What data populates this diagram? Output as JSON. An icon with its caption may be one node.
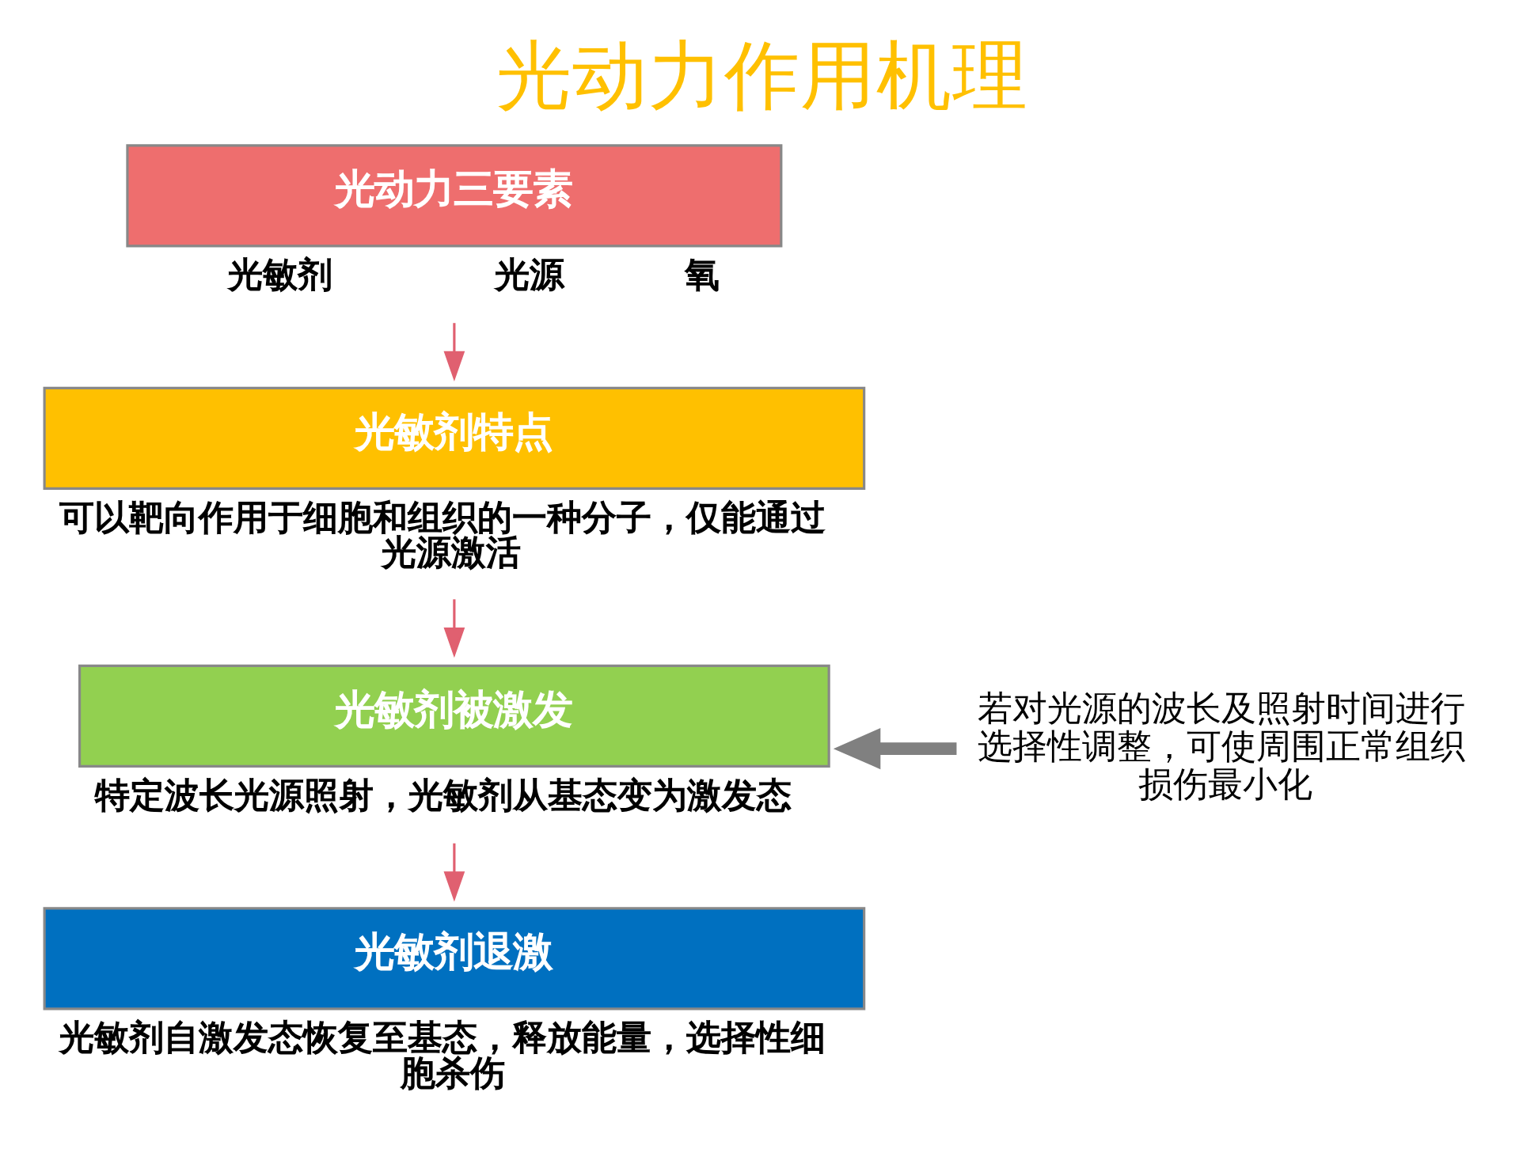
{
  "diagram": {
    "title": "光动力作用机理",
    "nodes": [
      {
        "text": [
          "光动力三要素"
        ],
        "beside": [
          "光敏剂",
          "光源",
          "氧"
        ]
      },
      {
        "text": [
          "光敏剂特点"
        ],
        "beside": [
          "可以靶向作用于细胞和组织的一种分子，仅能通过光源激活"
        ]
      },
      {
        "text": [
          "光敏剂被激发"
        ],
        "beside": [
          "特定波长光源照射，光敏剂从基态变为激发态"
        ]
      },
      {
        "text": [
          "光敏剂退激"
        ],
        "beside": [
          "光敏剂自激发态恢复至基态，释放能量，选择性细胞杀伤"
        ]
      },
      {
        "text": [
          "若对光源的波长及照射时间进行选择性调整，可使周围正常组织损伤最小化"
        ]
      }
    ],
    "edges": [
      {
        "from": 0,
        "to": 1,
        "arrow": "to"
      },
      {
        "from": 1,
        "to": 2,
        "arrow": "to"
      },
      {
        "from": 2,
        "to": 3,
        "arrow": "to"
      },
      {
        "from": 4,
        "to": 2,
        "arrow": "to",
        "color": "#808080",
        "style": "thick"
      }
    ]
  }
}
